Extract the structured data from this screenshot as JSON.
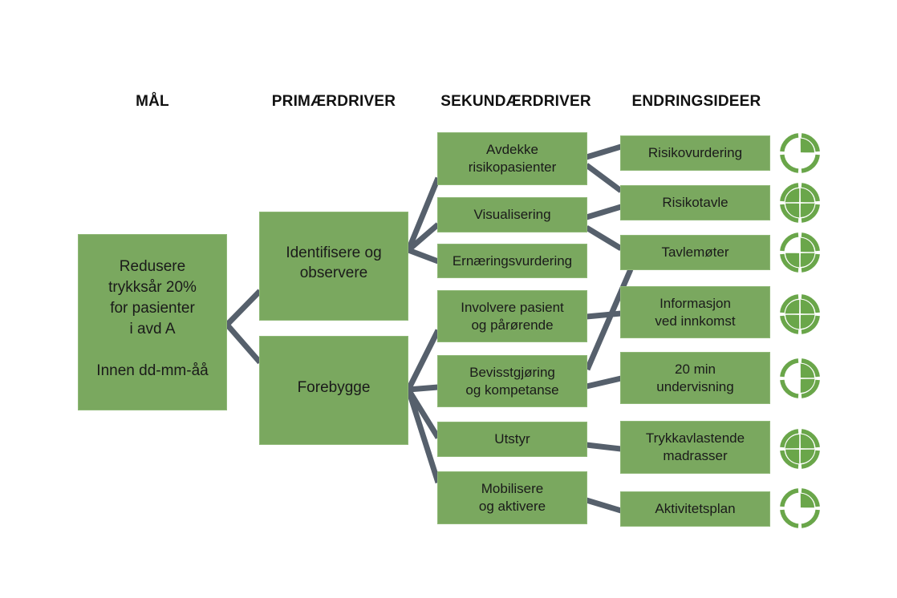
{
  "headers": {
    "goal": "MÅL",
    "primary": "PRIMÆRDRIVER",
    "secondary": "SEKUNDÆRDRIVER",
    "ideas": "ENDRINGSIDEER"
  },
  "colors": {
    "box_fill": "#7aa85f",
    "connector": "#56606c",
    "icon_fill": "#6aa64a"
  },
  "goal": {
    "text": "Redusere\ntrykksår 20%\nfor pasienter\ni avd A\n\nInnen dd-mm-åå"
  },
  "primary_drivers": [
    {
      "id": "p1",
      "label": "Identifisere og\nobservere"
    },
    {
      "id": "p2",
      "label": "Forebygge"
    }
  ],
  "secondary_drivers": [
    {
      "id": "s1",
      "label": "Avdekke\nrisikopasienter",
      "parent": "p1"
    },
    {
      "id": "s2",
      "label": "Visualisering",
      "parent": "p1"
    },
    {
      "id": "s3",
      "label": "Ernæringsvurdering",
      "parent": "p1"
    },
    {
      "id": "s4",
      "label": "Involvere pasient\nog pårørende",
      "parent": "p2"
    },
    {
      "id": "s5",
      "label": "Bevisstgjøring\nog kompetanse",
      "parent": "p2"
    },
    {
      "id": "s6",
      "label": "Utstyr",
      "parent": "p2"
    },
    {
      "id": "s7",
      "label": "Mobilisere\nog aktivere",
      "parent": "p2"
    }
  ],
  "change_ideas": [
    {
      "id": "c1",
      "label": "Risikovurdering",
      "status_quarters": 1,
      "status_icon": "progress-quarter-icon"
    },
    {
      "id": "c2",
      "label": "Risikotavle",
      "status_quarters": 4,
      "status_icon": "progress-full-icon"
    },
    {
      "id": "c3",
      "label": "Tavlemøter",
      "status_quarters": 3,
      "status_icon": "progress-three-quarter-icon"
    },
    {
      "id": "c4",
      "label": "Informasjon\nved innkomst",
      "status_quarters": 4,
      "status_icon": "progress-full-icon"
    },
    {
      "id": "c5",
      "label": "20 min\nundervisning",
      "status_quarters": 2,
      "status_icon": "progress-half-icon"
    },
    {
      "id": "c6",
      "label": "Trykkavlastende\nmadrasser",
      "status_quarters": 4,
      "status_icon": "progress-full-icon"
    },
    {
      "id": "c7",
      "label": "Aktivitetsplan",
      "status_quarters": 1,
      "status_icon": "progress-quarter-icon"
    }
  ],
  "idea_links": [
    {
      "from": "s1",
      "to": "c1"
    },
    {
      "from": "s1",
      "to": "c2"
    },
    {
      "from": "s2",
      "to": "c2"
    },
    {
      "from": "s2",
      "to": "c3"
    },
    {
      "from": "s4",
      "to": "c4"
    },
    {
      "from": "s5",
      "to": "c3"
    },
    {
      "from": "s5",
      "to": "c5"
    },
    {
      "from": "s6",
      "to": "c6"
    },
    {
      "from": "s7",
      "to": "c7"
    }
  ]
}
